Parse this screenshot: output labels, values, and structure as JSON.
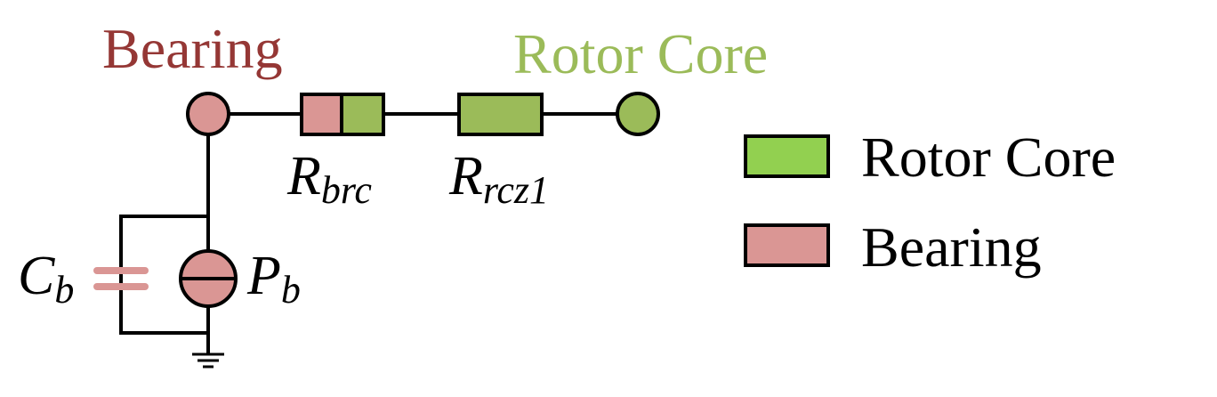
{
  "titles": {
    "bearing": "Bearing",
    "rotor_core": "Rotor Core"
  },
  "components": {
    "r_brc": {
      "main": "R",
      "sub": "brc"
    },
    "r_rcz1": {
      "main": "R",
      "sub": "rcz1"
    },
    "c_b": {
      "main": "C",
      "sub": "b"
    },
    "p_b": {
      "main": "P",
      "sub": "b"
    }
  },
  "legend": {
    "items": [
      {
        "label": "Rotor Core",
        "color": "#92D050"
      },
      {
        "label": "Bearing",
        "color": "#DA9694"
      }
    ]
  },
  "colors": {
    "bearing_title": "#953735",
    "rotor_core_title": "#9BBB59",
    "bearing_fill": "#DA9694",
    "rotor_fill": "#9BBB59",
    "legend_rotor_fill": "#92D050",
    "capacitor": "#DA9694",
    "wire": "#000000"
  }
}
